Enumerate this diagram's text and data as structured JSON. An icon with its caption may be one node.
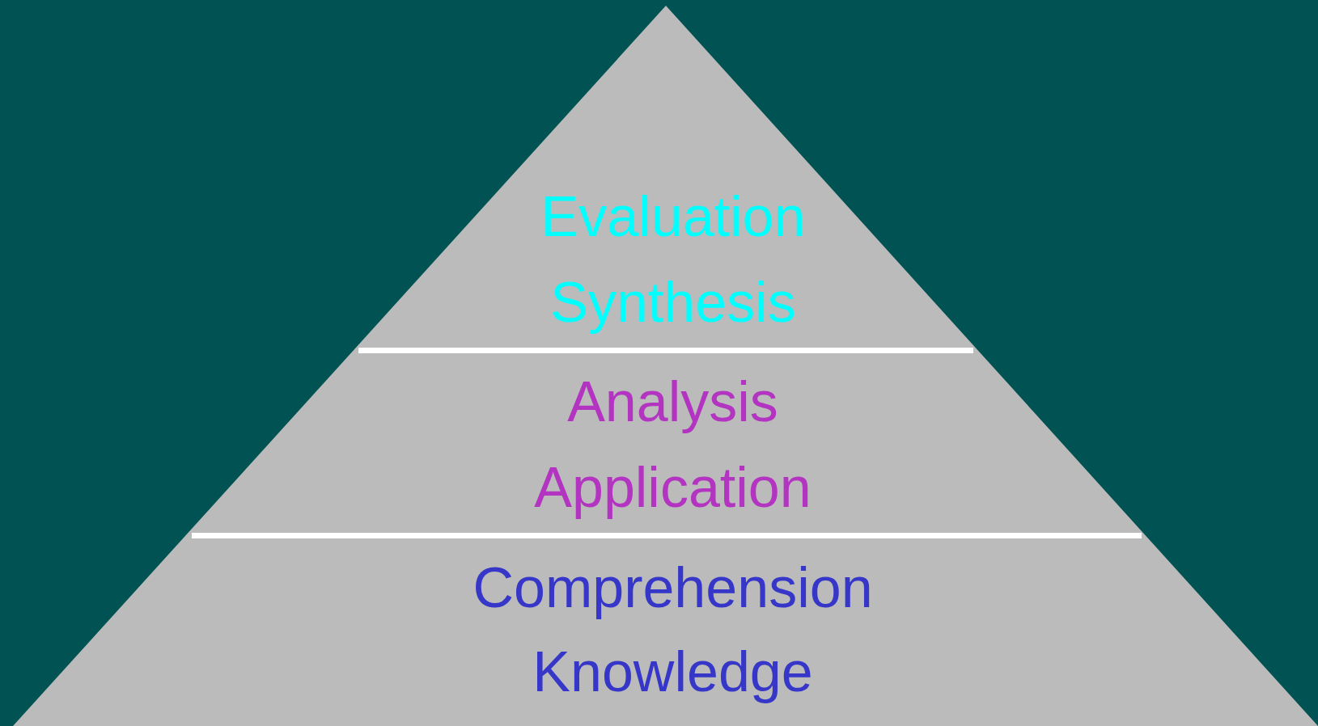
{
  "diagram": {
    "nodes": [
      {
        "text": [
          "Evaluation",
          "Synthesis"
        ]
      },
      {
        "text": [
          "Analysis",
          "Application"
        ]
      },
      {
        "text": [
          "Comprehension",
          "Knowledge"
        ]
      }
    ]
  }
}
